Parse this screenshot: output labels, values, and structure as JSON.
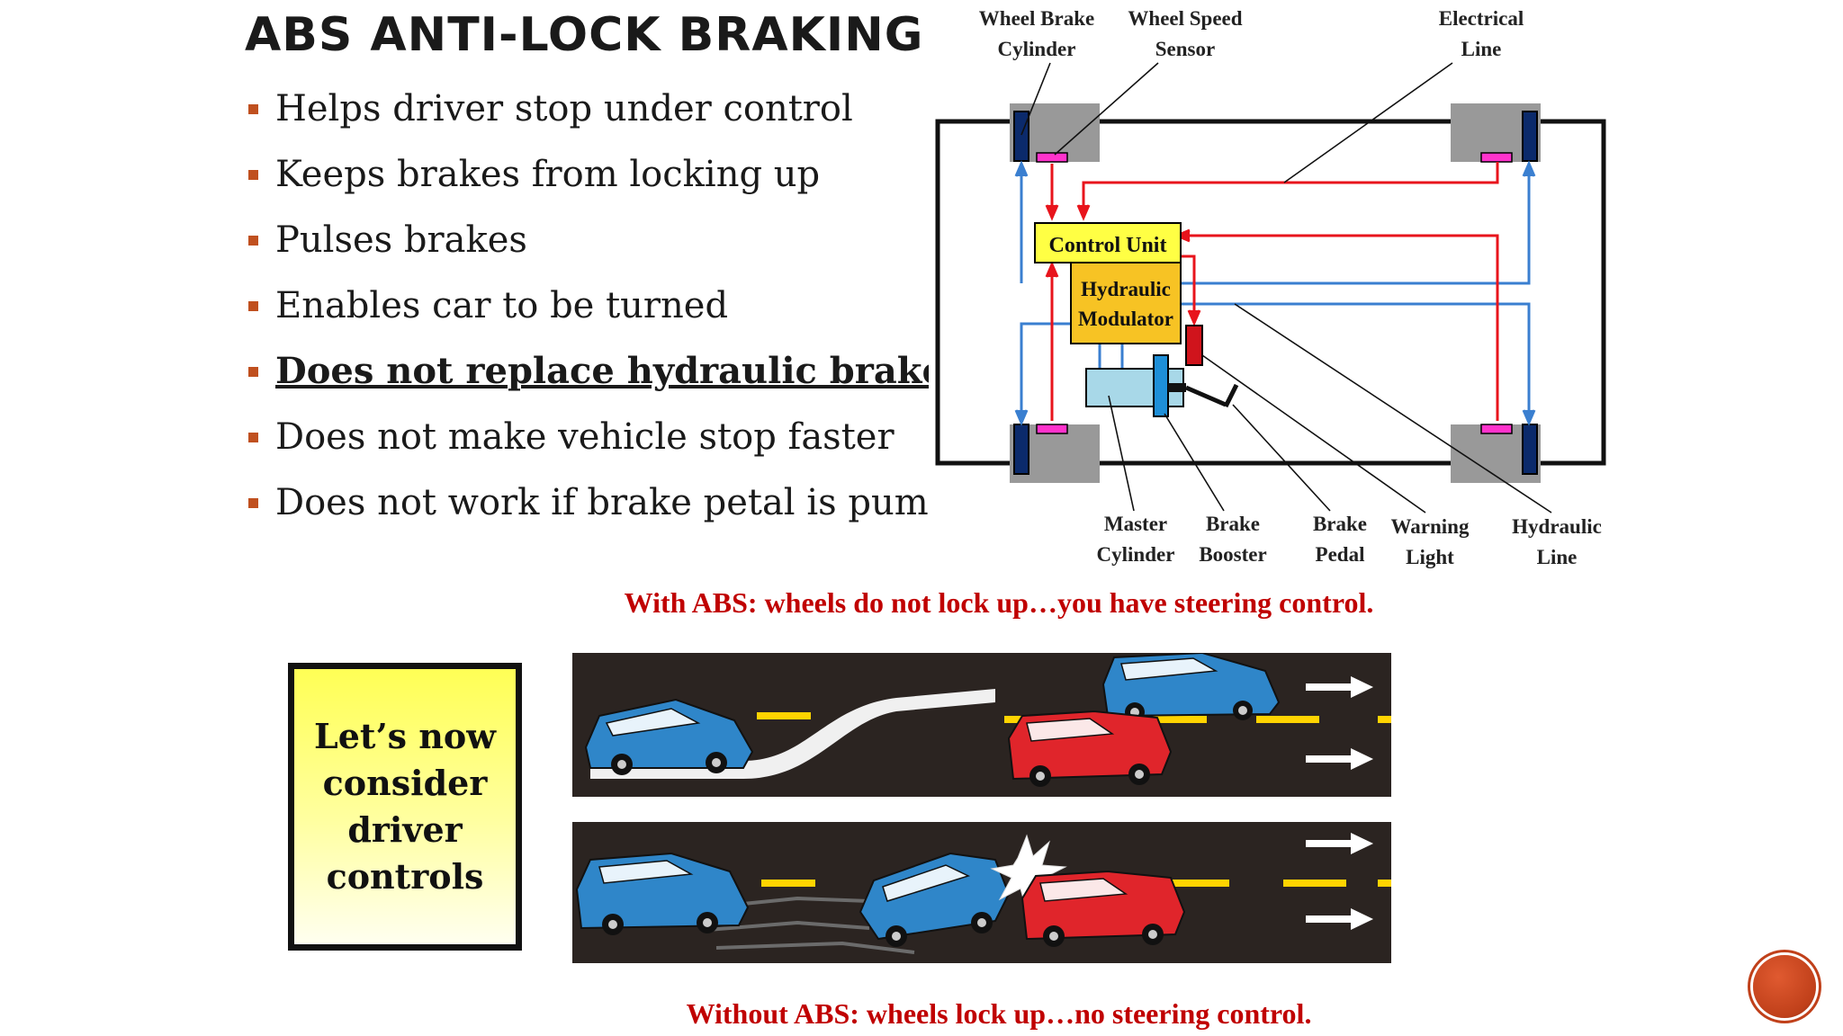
{
  "title": "ABS ANTI-LOCK BRAKING SYST",
  "bullets": [
    "Helps driver stop under control",
    "Keeps brakes from locking up",
    "Pulses brakes",
    "Enables car to be turned",
    "Does not replace hydraulic brakes",
    "Does not make vehicle stop faster",
    "Does not work if brake petal is pump"
  ],
  "diagram": {
    "labels": {
      "wheel_brake_cylinder": [
        "Wheel Brake",
        "Cylinder"
      ],
      "wheel_speed_sensor": [
        "Wheel Speed",
        "Sensor"
      ],
      "electrical_line": [
        "Electrical",
        "Line"
      ],
      "control_unit": "Control Unit",
      "hydraulic_modulator": [
        "Hydraulic",
        "Modulator"
      ],
      "master_cylinder": [
        "Master",
        "Cylinder"
      ],
      "brake_booster": [
        "Brake",
        "Booster"
      ],
      "brake_pedal": [
        "Brake",
        "Pedal"
      ],
      "warning_light": [
        "Warning",
        "Light"
      ],
      "hydraulic_line": [
        "Hydraulic",
        "Line"
      ]
    },
    "colors": {
      "electrical": "#e8141c",
      "hydraulic": "#3a7fd0",
      "control_unit": "#ffff44",
      "modulator": "#f7c324",
      "master_cylinder": "#a8d8e8",
      "wheel": "#999999",
      "sensor": "#ff33cc"
    }
  },
  "captions": {
    "with_abs": "With ABS:  wheels do not lock up…you have  steering control.",
    "without_abs": "Without ABS:  wheels lock up…no steering control."
  },
  "callout": "Let’s now consider driver controls",
  "icons": {
    "next": "next-slide-icon"
  }
}
